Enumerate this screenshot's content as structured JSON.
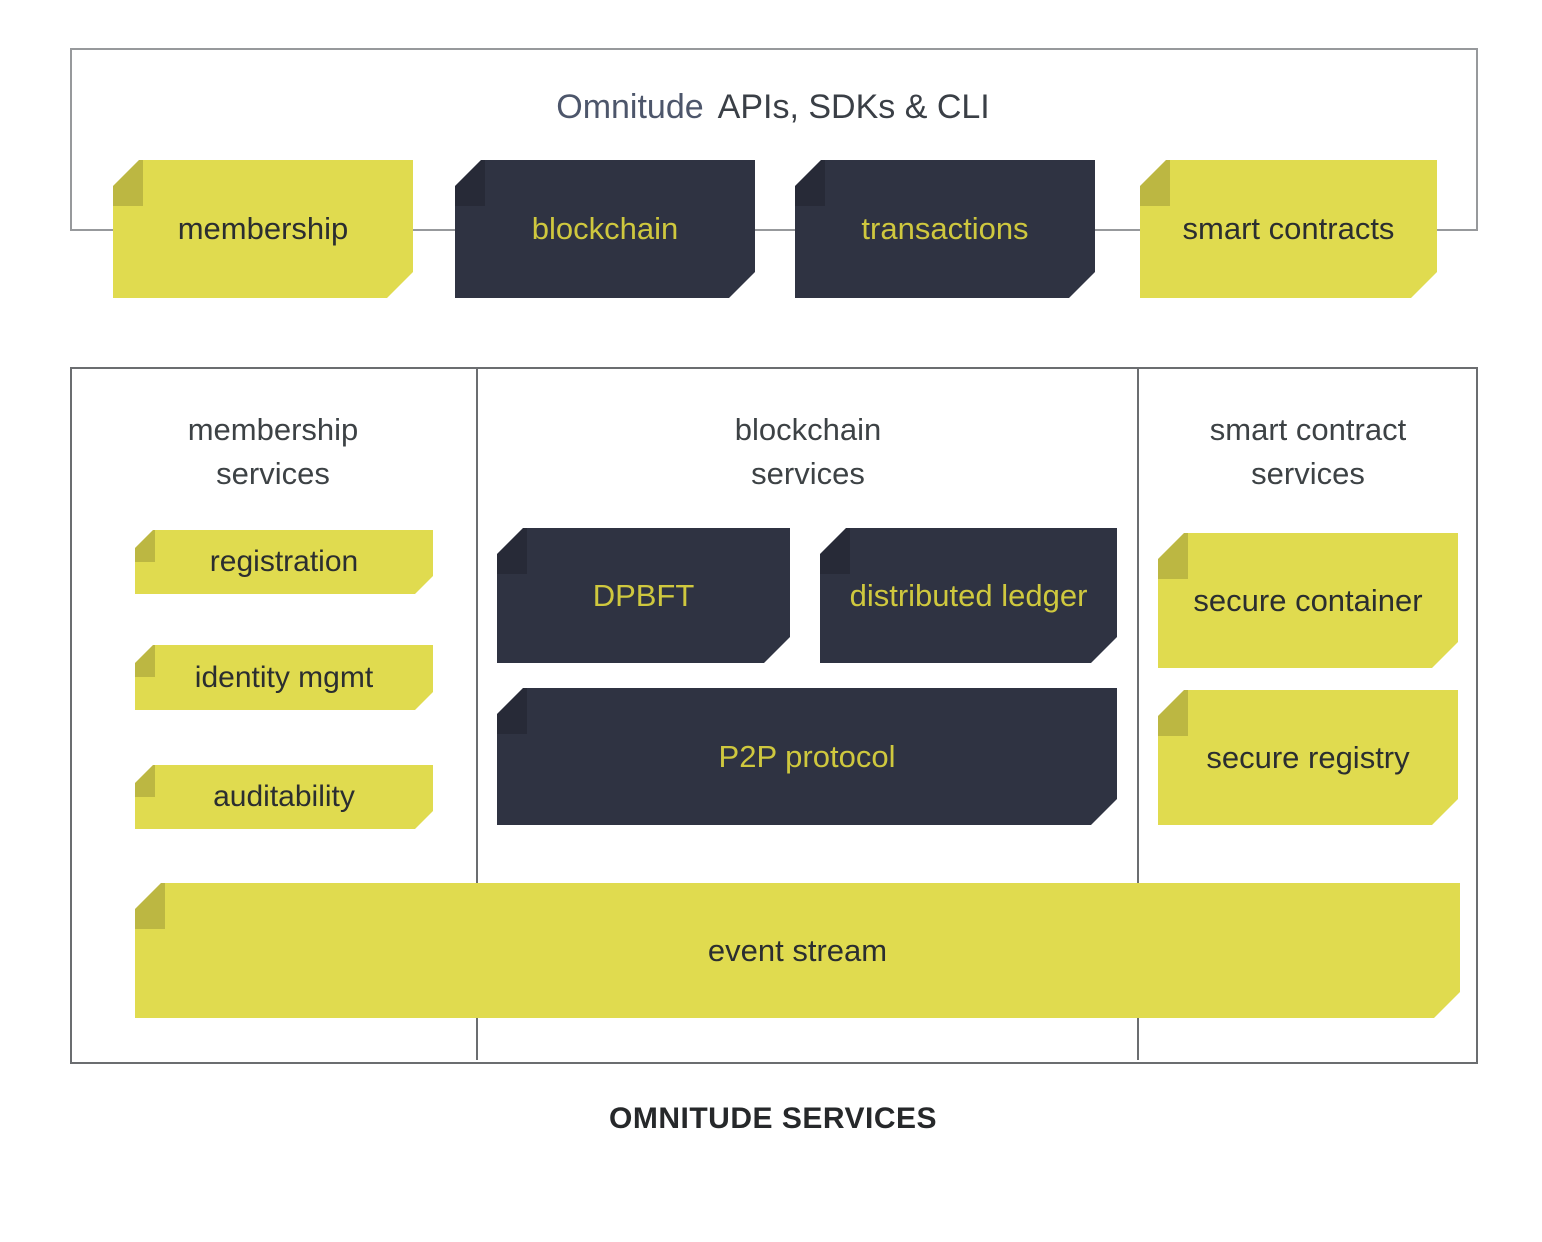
{
  "title": {
    "brand": "Omnitude",
    "rest": "APIs, SDKs & CLI"
  },
  "api_chips": {
    "membership": "membership",
    "blockchain": "blockchain",
    "transactions": "transactions",
    "smart_contracts": "smart contracts"
  },
  "columns": {
    "membership": {
      "header": "membership\nservices",
      "items": {
        "registration": "registration",
        "identity_mgmt": "identity mgmt",
        "auditability": "auditability"
      }
    },
    "blockchain": {
      "header": "blockchain\nservices",
      "items": {
        "dpbft": "DPBFT",
        "distributed_ledger": "distributed ledger",
        "p2p_protocol": "P2P protocol"
      }
    },
    "smart_contract": {
      "header": "smart contract\nservices",
      "items": {
        "secure_container": "secure container",
        "secure_registry": "secure registry"
      }
    }
  },
  "event_stream": "event stream",
  "footer": "OMNITUDE SERVICES",
  "colors": {
    "yellow": "#e0db4f",
    "dark_navy": "#2f3342",
    "gold_text_on_dark": "#cfc83e",
    "dark_text_on_yellow": "#2b2e30",
    "brand_title": "#4d566b",
    "panel_border_top": "#97999c",
    "panel_border_bottom": "#6b6d70"
  }
}
